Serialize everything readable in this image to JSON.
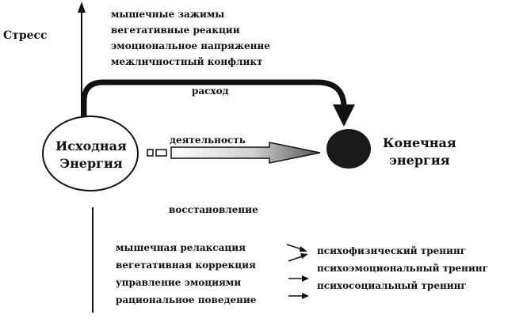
{
  "stress_label": "Стресс",
  "stress_factors": [
    "мышечные зажимы",
    "вегетативные реакции",
    "эмоциональное напряжение",
    "межличностный конфликт"
  ],
  "expense_label": "расход",
  "activity_label": "деятельность",
  "initial_energy": {
    "line1": "Исходная",
    "line2": "Энергия"
  },
  "final_energy": {
    "line1": "Конечная",
    "line2": "энергия"
  },
  "recovery_label": "восстановление",
  "recovery_methods": [
    "мышечная релаксация",
    "вегетативная коррекция",
    "управление эмоциями",
    "рациональное поведение"
  ],
  "trainings": [
    "психофизический тренинг",
    "психоэмоциональный тренинг",
    "психосоциальный тренинг"
  ],
  "colors": {
    "ink": "#111111",
    "final_energy_fill": "#1a1a1a"
  }
}
